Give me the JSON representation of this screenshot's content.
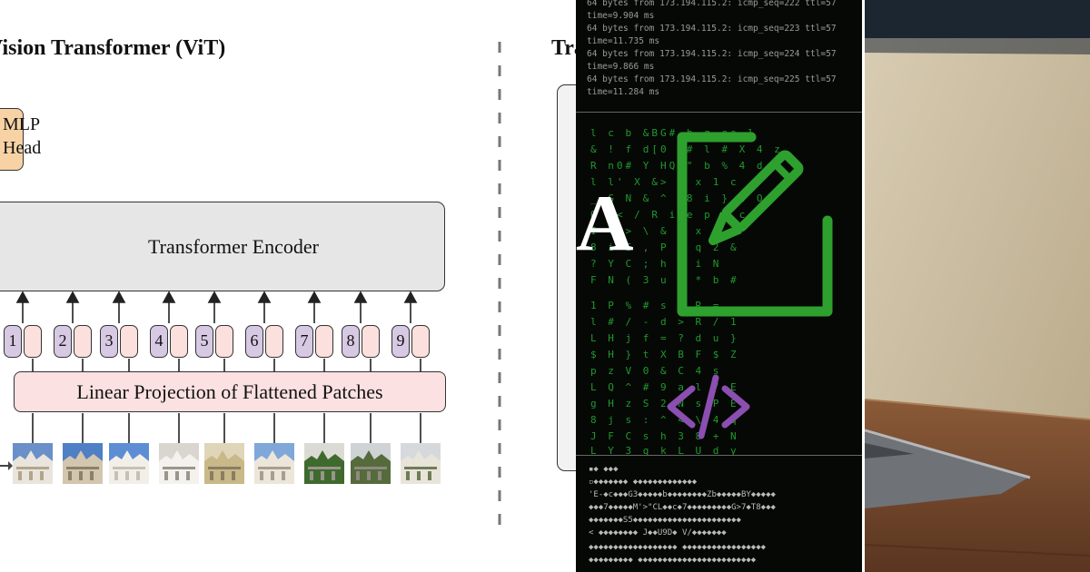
{
  "vit": {
    "title": "Vision Transformer (ViT)",
    "mlp_head_label": "MLP Head",
    "encoder_label": "Transformer Encoder",
    "projection_label": "Linear Projection of Flattened Patches",
    "patch_numbers": [
      "1",
      "2",
      "3",
      "4",
      "5",
      "6",
      "7",
      "8",
      "9"
    ]
  },
  "right_diagram": {
    "title": "Transformer Encoder"
  },
  "code_overlay": {
    "terminal_lines": [
      "64 bytes from 173.194.115.2: icmp_seq=222 ttl=57 time=9.904 ms",
      "64 bytes from 173.194.115.2: icmp_seq=223 ttl=57 time=11.735 ms",
      "64 bytes from 173.194.115.2: icmp_seq=224 ttl=57 time=9.866 ms",
      "64 bytes from 173.194.115.2: icmp_seq=225 ttl=57 time=11.284 ms"
    ],
    "big_letter": "A",
    "edit_icon": "edit-document-icon",
    "code_icon": "code-brackets-icon",
    "icon_green": "#2ea02e",
    "icon_purple": "#8a4fb0"
  }
}
